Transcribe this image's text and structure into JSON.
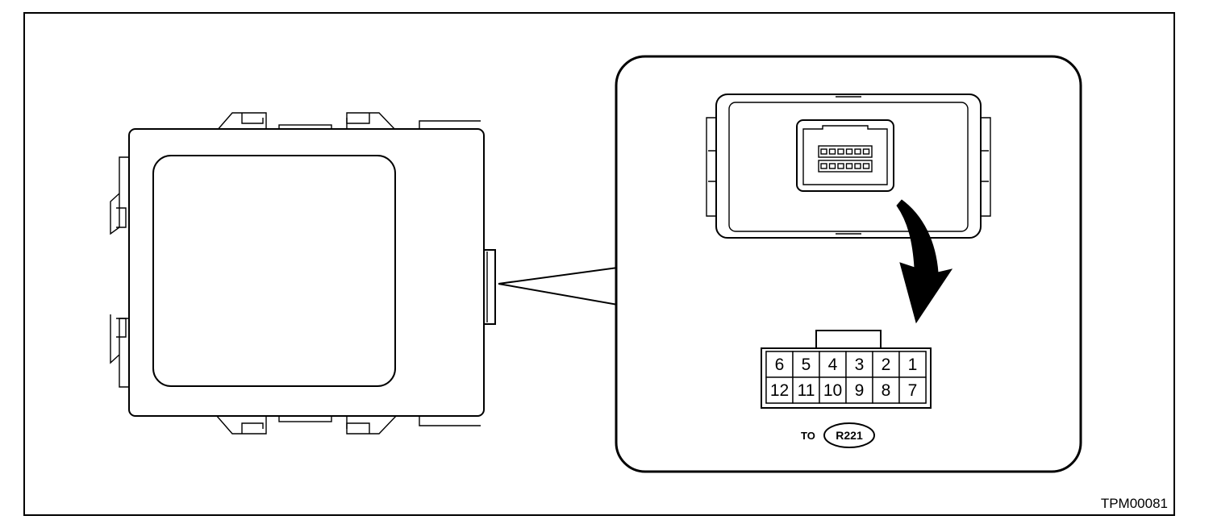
{
  "figure": {
    "id": "TPM00081"
  },
  "connector": {
    "label_prefix": "TO",
    "code": "R221",
    "pins": {
      "top_row": [
        "6",
        "5",
        "4",
        "3",
        "2",
        "1"
      ],
      "bottom_row": [
        "12",
        "11",
        "10",
        "9",
        "8",
        "7"
      ]
    }
  }
}
